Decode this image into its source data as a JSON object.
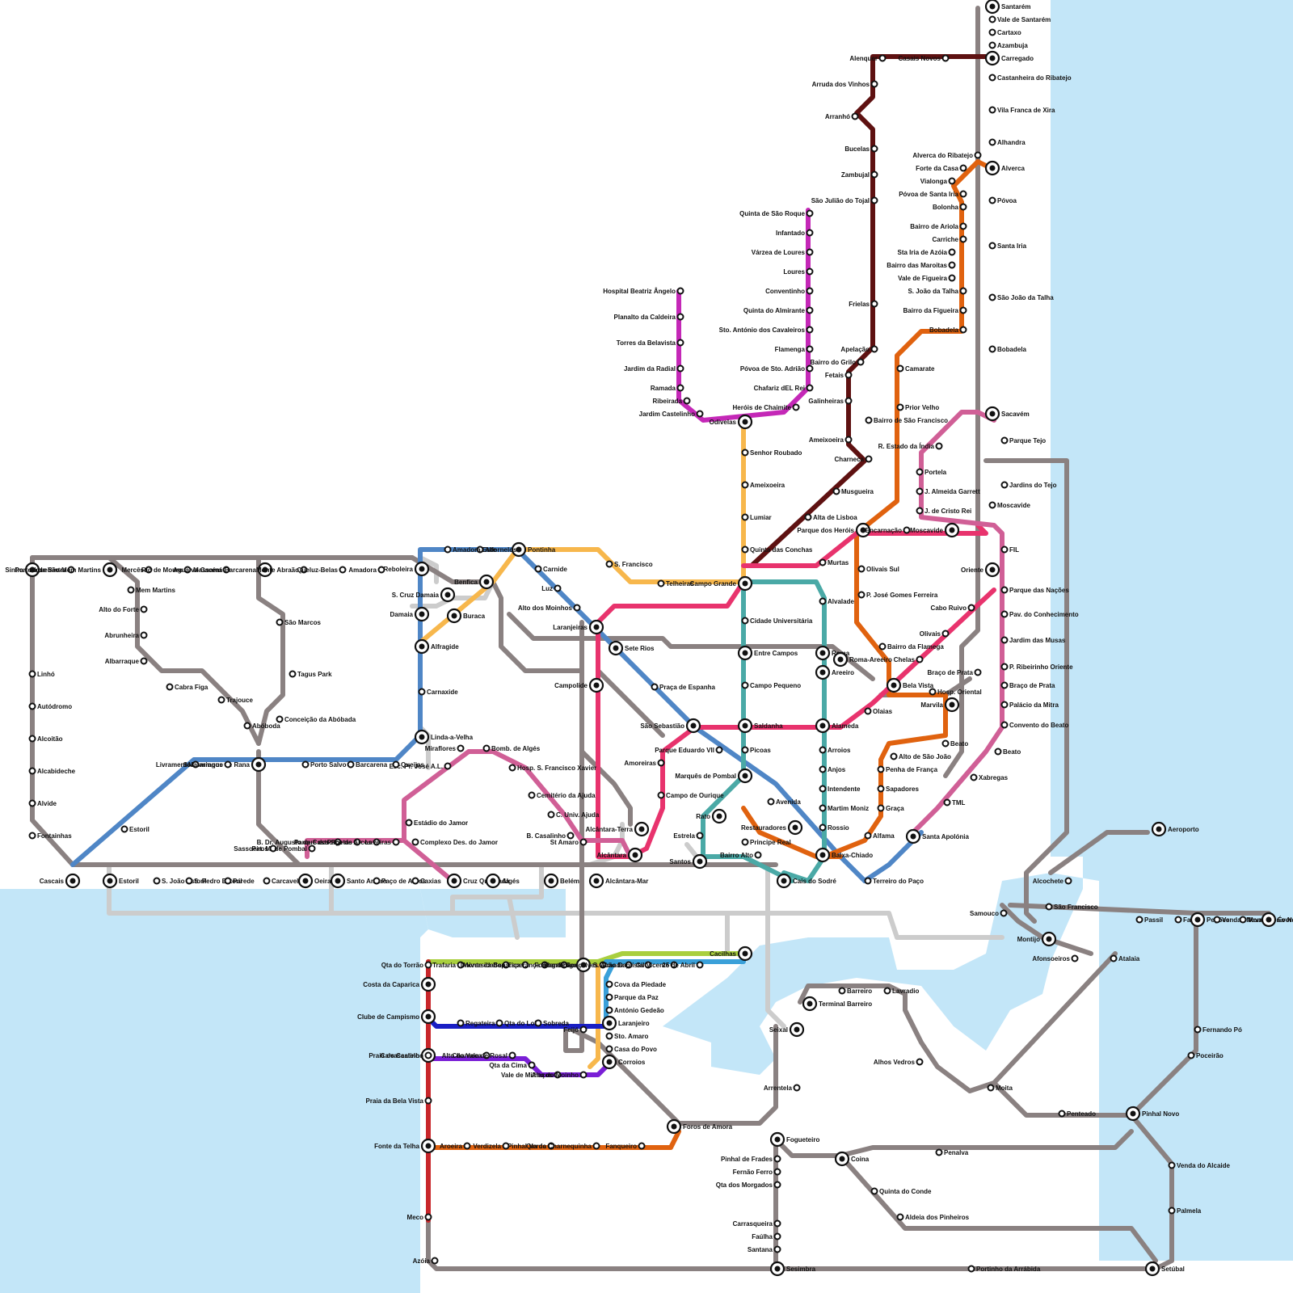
{
  "map_title": "",
  "water_color": "#c3e6f8",
  "line_colors": {
    "grey": "#8a8181",
    "blue": "#4f86c6",
    "yellow": "#f7b74c",
    "magenta": "#c428b7",
    "darkred": "#5e1111",
    "orange": "#e0620f",
    "pink": "#e8336d",
    "teal": "#4aa9a6",
    "rose": "#d05f96",
    "lime": "#a9cf3e",
    "lightblue": "#3aa0d9",
    "navy": "#1a1fc4",
    "purple": "#7a1fd6",
    "red": "#c8262a",
    "lightgrey": "#cccccc"
  },
  "stations": [
    {
      "name": "Santarém",
      "hub": true
    },
    {
      "name": "Vale de Santarém"
    },
    {
      "name": "Cartaxo"
    },
    {
      "name": "Azambuja"
    },
    {
      "name": "Carregado",
      "hub": true
    },
    {
      "name": "Castanheira do Ribatejo"
    },
    {
      "name": "Vila Franca de Xira"
    },
    {
      "name": "Alhandra"
    },
    {
      "name": "Alverca",
      "hub": true
    },
    {
      "name": "Póvoa"
    },
    {
      "name": "Santa Iria"
    },
    {
      "name": "São João da Talha"
    },
    {
      "name": "Bobadela"
    },
    {
      "name": "Sacavém",
      "hub": true
    },
    {
      "name": "Parque Tejo"
    },
    {
      "name": "Jardins do Tejo"
    },
    {
      "name": "Moscavide"
    },
    {
      "name": "FIL"
    },
    {
      "name": "Oriente",
      "hub": true
    },
    {
      "name": "Parque das Nações"
    },
    {
      "name": "Pav. do Conhecimento"
    },
    {
      "name": "Jardim das Musas"
    },
    {
      "name": "P. Ribeirinho Oriente"
    },
    {
      "name": "Braço de Prata"
    },
    {
      "name": "Palácio da Mitra"
    },
    {
      "name": "Convento do Beato"
    },
    {
      "name": "Beato"
    },
    {
      "name": "Xabregas"
    },
    {
      "name": "TML"
    },
    {
      "name": "Santa Apolónia",
      "hub": true
    },
    {
      "name": "Alenquer"
    },
    {
      "name": "Casais Novos"
    },
    {
      "name": "Arruda dos Vinhos"
    },
    {
      "name": "Arranhó"
    },
    {
      "name": "Bucelas"
    },
    {
      "name": "Zambujal"
    },
    {
      "name": "São Julião do Tojal"
    },
    {
      "name": "Frielas"
    },
    {
      "name": "Apelação"
    },
    {
      "name": "Bairro do Grilo"
    },
    {
      "name": "Fetais"
    },
    {
      "name": "Galinheiras"
    },
    {
      "name": "Bairro de São Francisco"
    },
    {
      "name": "Ameixoeira"
    },
    {
      "name": "Charneca"
    },
    {
      "name": "Musgueira"
    },
    {
      "name": "Alta de Lisboa"
    },
    {
      "name": "Parque dos Heróis",
      "hub": true
    },
    {
      "name": "Alverca do Ribatejo"
    },
    {
      "name": "Forte da Casa"
    },
    {
      "name": "Vialonga"
    },
    {
      "name": "Póvoa de Santa Iria"
    },
    {
      "name": "Bolonha"
    },
    {
      "name": "Bairro de Ariola"
    },
    {
      "name": "Carriche"
    },
    {
      "name": "Sta Iria de Azóia"
    },
    {
      "name": "Bairro das Maroitas"
    },
    {
      "name": "Vale de Figueira"
    },
    {
      "name": "S. João da Talha"
    },
    {
      "name": "Bairro da Figueira"
    },
    {
      "name": "Bobadela"
    },
    {
      "name": "Camarate"
    },
    {
      "name": "Prior Velho"
    },
    {
      "name": "R. Estado da Índia"
    },
    {
      "name": "Portela"
    },
    {
      "name": "J. Almeida Garrett"
    },
    {
      "name": "J. de Cristo Rei"
    },
    {
      "name": "Moscavide",
      "hub": true
    },
    {
      "name": "Encarnação"
    },
    {
      "name": "Olivais Sul"
    },
    {
      "name": "P. José Gomes Ferreira"
    },
    {
      "name": "Bairro da Flamega"
    },
    {
      "name": "Chelas"
    },
    {
      "name": "Olivais"
    },
    {
      "name": "Cabo Ruivo"
    },
    {
      "name": "Braço de Prata"
    },
    {
      "name": "Hosp. Oriental"
    },
    {
      "name": "Bela Vista",
      "hub": true
    },
    {
      "name": "Marvila",
      "hub": true
    },
    {
      "name": "Olaias"
    },
    {
      "name": "Beato"
    },
    {
      "name": "Alto de São João"
    },
    {
      "name": "Penha de França"
    },
    {
      "name": "Sapadores"
    },
    {
      "name": "Graça"
    },
    {
      "name": "Alfama"
    },
    {
      "name": "Quinta de São Roque"
    },
    {
      "name": "Infantado"
    },
    {
      "name": "Várzea de Loures"
    },
    {
      "name": "Loures"
    },
    {
      "name": "Conventinho"
    },
    {
      "name": "Quinta do Almirante"
    },
    {
      "name": "Sto. António dos Cavaleiros"
    },
    {
      "name": "Flamenga"
    },
    {
      "name": "Póvoa de Sto. Adrião"
    },
    {
      "name": "Chafariz dEL Rei"
    },
    {
      "name": "Heróis de Chaimite"
    },
    {
      "name": "Hospital Beatriz Ângelo"
    },
    {
      "name": "Planalto da Caldeira"
    },
    {
      "name": "Torres da Belavista"
    },
    {
      "name": "Jardim da Radial"
    },
    {
      "name": "Ramada"
    },
    {
      "name": "Ribeirada"
    },
    {
      "name": "Jardim Castelinho"
    },
    {
      "name": "Odivelas",
      "hub": true
    },
    {
      "name": "Senhor Roubado"
    },
    {
      "name": "Ameixoeira"
    },
    {
      "name": "Lumiar"
    },
    {
      "name": "Quinta das Conchas"
    },
    {
      "name": "Murtas"
    },
    {
      "name": "Campo Grande",
      "hub": true
    },
    {
      "name": "Telheiras"
    },
    {
      "name": "S. Francisco"
    },
    {
      "name": "Alvalade"
    },
    {
      "name": "Cidade Universitária"
    },
    {
      "name": "Entre Campos",
      "hub": true
    },
    {
      "name": "Roma",
      "hub": true
    },
    {
      "name": "Roma-Areeiro",
      "hub": true
    },
    {
      "name": "Areeiro",
      "hub": true
    },
    {
      "name": "Campo Pequeno"
    },
    {
      "name": "Saldanha",
      "hub": true
    },
    {
      "name": "Alameda",
      "hub": true
    },
    {
      "name": "Picoas"
    },
    {
      "name": "Arroios"
    },
    {
      "name": "Anjos"
    },
    {
      "name": "Intendente"
    },
    {
      "name": "Martim Moniz"
    },
    {
      "name": "Rossio"
    },
    {
      "name": "Marquês de Pombal",
      "hub": true
    },
    {
      "name": "Avenida"
    },
    {
      "name": "Restauradores",
      "hub": true
    },
    {
      "name": "Baixa-Chiado",
      "hub": true
    },
    {
      "name": "Terreiro do Paço"
    },
    {
      "name": "Cais do Sodré",
      "hub": true
    },
    {
      "name": "Santos",
      "hub": true
    },
    {
      "name": "Estrela"
    },
    {
      "name": "Rato",
      "hub": true
    },
    {
      "name": "Principe Real"
    },
    {
      "name": "Bairro Alto"
    },
    {
      "name": "Parque Eduardo VII"
    },
    {
      "name": "São Sebastião",
      "hub": true
    },
    {
      "name": "Praça de Espanha"
    },
    {
      "name": "Amoreiras"
    },
    {
      "name": "Campo de Ourique"
    },
    {
      "name": "Alcântara",
      "hub": true
    },
    {
      "name": "Alcântara-Terra",
      "hub": true
    },
    {
      "name": "Alcântara-Mar",
      "hub": true
    },
    {
      "name": "Campolide",
      "hub": true
    },
    {
      "name": "Laranjeiras",
      "hub": true
    },
    {
      "name": "Sete Rios",
      "hub": true
    },
    {
      "name": "Alto dos Moinhos"
    },
    {
      "name": "Luz"
    },
    {
      "name": "Carnide"
    },
    {
      "name": "Pontinha",
      "hub": true
    },
    {
      "name": "Alfornelos"
    },
    {
      "name": "Amadora Este"
    },
    {
      "name": "Benfica",
      "hub": true
    },
    {
      "name": "Buraca",
      "hub": true
    },
    {
      "name": "Reboleira",
      "hub": true
    },
    {
      "name": "S. Cruz Damaia",
      "hub": true
    },
    {
      "name": "Damaia",
      "hub": true
    },
    {
      "name": "Alfragide",
      "hub": true
    },
    {
      "name": "Carnaxide"
    },
    {
      "name": "Linda-a-Velha",
      "hub": true
    },
    {
      "name": "Miraflores"
    },
    {
      "name": "Bomb. de Algés"
    },
    {
      "name": "Esc. Pr. José A.L."
    },
    {
      "name": "Hosp. S. Francisco Xavier"
    },
    {
      "name": "Cemitério da Ajuda"
    },
    {
      "name": "C. Univ. Ajuda"
    },
    {
      "name": "B. Casalinho"
    },
    {
      "name": "St Amaro"
    },
    {
      "name": "Estádio do Jamor"
    },
    {
      "name": "Complexo Des. do Jamor"
    },
    {
      "name": "Sintra",
      "hub": true
    },
    {
      "name": "Portela de Sintra"
    },
    {
      "name": "Algueirão-Mem Martins",
      "hub": true
    },
    {
      "name": "Mercês"
    },
    {
      "name": "Rio de Mouro"
    },
    {
      "name": "Agualva-Cacém"
    },
    {
      "name": "Massamá-Barcarena",
      "hub": true
    },
    {
      "name": "Monte Abraão"
    },
    {
      "name": "Queluz-Belas"
    },
    {
      "name": "Amadora"
    },
    {
      "name": "Mem Martins"
    },
    {
      "name": "Alto do Forte"
    },
    {
      "name": "Abrunheira"
    },
    {
      "name": "Albarraque"
    },
    {
      "name": "Cabra Figa"
    },
    {
      "name": "Trajouce"
    },
    {
      "name": "Abóboda"
    },
    {
      "name": "São Marcos"
    },
    {
      "name": "Tagus Park"
    },
    {
      "name": "Conceição da Abóbada"
    },
    {
      "name": "S. Domingos de Rana",
      "hub": true
    },
    {
      "name": "Porto Salvo"
    },
    {
      "name": "Barcarena"
    },
    {
      "name": "Queijas"
    },
    {
      "name": "Livramento"
    },
    {
      "name": "Matarraque"
    },
    {
      "name": "Estoril"
    },
    {
      "name": "Linhó"
    },
    {
      "name": "Autódromo"
    },
    {
      "name": "Alcoitão"
    },
    {
      "name": "Alcabideche"
    },
    {
      "name": "Alvide"
    },
    {
      "name": "Fontainhas"
    },
    {
      "name": "Cascais",
      "hub": true
    },
    {
      "name": "Estoril",
      "hub": true
    },
    {
      "name": "S. João Estoril"
    },
    {
      "name": "S. Pedro Estoril"
    },
    {
      "name": "Parede"
    },
    {
      "name": "Carcavelos"
    },
    {
      "name": "Oeiras",
      "hub": true
    },
    {
      "name": "Santo Amaro",
      "hub": true
    },
    {
      "name": "Paço de Arcos"
    },
    {
      "name": "Caxias"
    },
    {
      "name": "Cruz Quebrada",
      "hub": true
    },
    {
      "name": "Algés",
      "hub": true
    },
    {
      "name": "Belém",
      "hub": true
    },
    {
      "name": "Sassoeiros"
    },
    {
      "name": "Pat. M. de Pombal"
    },
    {
      "name": "B. Dr. Augusto de Castro"
    },
    {
      "name": "Parque dos Poetas"
    },
    {
      "name": "Paço de Arcos"
    },
    {
      "name": "Laveiras"
    },
    {
      "name": "Qta do Torrão"
    },
    {
      "name": "Trafaria"
    },
    {
      "name": "Universidade"
    },
    {
      "name": "Monte da Caparica"
    },
    {
      "name": "Boa Esperança"
    },
    {
      "name": "Fomega"
    },
    {
      "name": "Pragal"
    },
    {
      "name": "Ramalhão",
      "hub": true
    },
    {
      "name": "Bento Gonçalves"
    },
    {
      "name": "Almada"
    },
    {
      "name": "S. João Baptista"
    },
    {
      "name": "Gil Vicente"
    },
    {
      "name": "25 de Abril"
    },
    {
      "name": "Cacilhas",
      "hub": true
    },
    {
      "name": "Costa da Caparica",
      "hub": true
    },
    {
      "name": "Clube de Campismo",
      "hub": true
    },
    {
      "name": "Praia do Castelo",
      "hub": true
    },
    {
      "name": "Praia da Bela Vista"
    },
    {
      "name": "Fonte da Telha",
      "hub": true
    },
    {
      "name": "Meco"
    },
    {
      "name": "Azóia"
    },
    {
      "name": "Regateira"
    },
    {
      "name": "Qta do Loio"
    },
    {
      "name": "Sobreda"
    },
    {
      "name": "Feijó"
    },
    {
      "name": "Cova da Piedade"
    },
    {
      "name": "Parque da Paz"
    },
    {
      "name": "António Gedeão"
    },
    {
      "name": "Laranjeiro",
      "hub": true
    },
    {
      "name": "Sto. Amaro"
    },
    {
      "name": "Casa do Povo"
    },
    {
      "name": "Corroios",
      "hub": true
    },
    {
      "name": "Carrascalinho"
    },
    {
      "name": "Charneca"
    },
    {
      "name": "Alto do Vale de Rosal"
    },
    {
      "name": "Qta da Cima"
    },
    {
      "name": "Vale de Milhaços"
    },
    {
      "name": "Alto do Moinho"
    },
    {
      "name": "Aroeira"
    },
    {
      "name": "Verdizela"
    },
    {
      "name": "Pinhal Verde"
    },
    {
      "name": "Qta da Charnequinha"
    },
    {
      "name": "Fanqueiro"
    },
    {
      "name": "Foros de Amora",
      "hub": true
    },
    {
      "name": "Seixal",
      "hub": true
    },
    {
      "name": "Arrentela"
    },
    {
      "name": "Fogueteiro",
      "hub": true
    },
    {
      "name": "Pinhal de Frades"
    },
    {
      "name": "Fernão Ferro"
    },
    {
      "name": "Qta dos Morgados"
    },
    {
      "name": "Carrasqueira"
    },
    {
      "name": "Faúlha"
    },
    {
      "name": "Santana"
    },
    {
      "name": "Sesimbra",
      "hub": true
    },
    {
      "name": "Terminal Barreiro",
      "hub": true
    },
    {
      "name": "Barreiro"
    },
    {
      "name": "Lavradio"
    },
    {
      "name": "Alhos Vedros"
    },
    {
      "name": "Moita"
    },
    {
      "name": "Coina",
      "hub": true
    },
    {
      "name": "Quinta do Conde"
    },
    {
      "name": "Aldeia dos Pinheiros"
    },
    {
      "name": "Penalva"
    },
    {
      "name": "Penteado"
    },
    {
      "name": "Pinhal Novo",
      "hub": true
    },
    {
      "name": "Venda do Alcaide"
    },
    {
      "name": "Palmela"
    },
    {
      "name": "Setúbal",
      "hub": true
    },
    {
      "name": "Portinho da Arrábida"
    },
    {
      "name": "Fernando Pó"
    },
    {
      "name": "Poceirão"
    },
    {
      "name": "Alcochete"
    },
    {
      "name": "São Francisco"
    },
    {
      "name": "Samouco"
    },
    {
      "name": "Montijo",
      "hub": true
    },
    {
      "name": "Afonsoeiros"
    },
    {
      "name": "Atalaia"
    },
    {
      "name": "Passil"
    },
    {
      "name": "Faias"
    },
    {
      "name": "Pegões",
      "hub": true
    },
    {
      "name": "Vendas Novas"
    },
    {
      "name": "Montemor-o-Novo"
    },
    {
      "name": "Évora",
      "hub": true
    },
    {
      "name": "Aeroporto",
      "hub": true
    }
  ]
}
